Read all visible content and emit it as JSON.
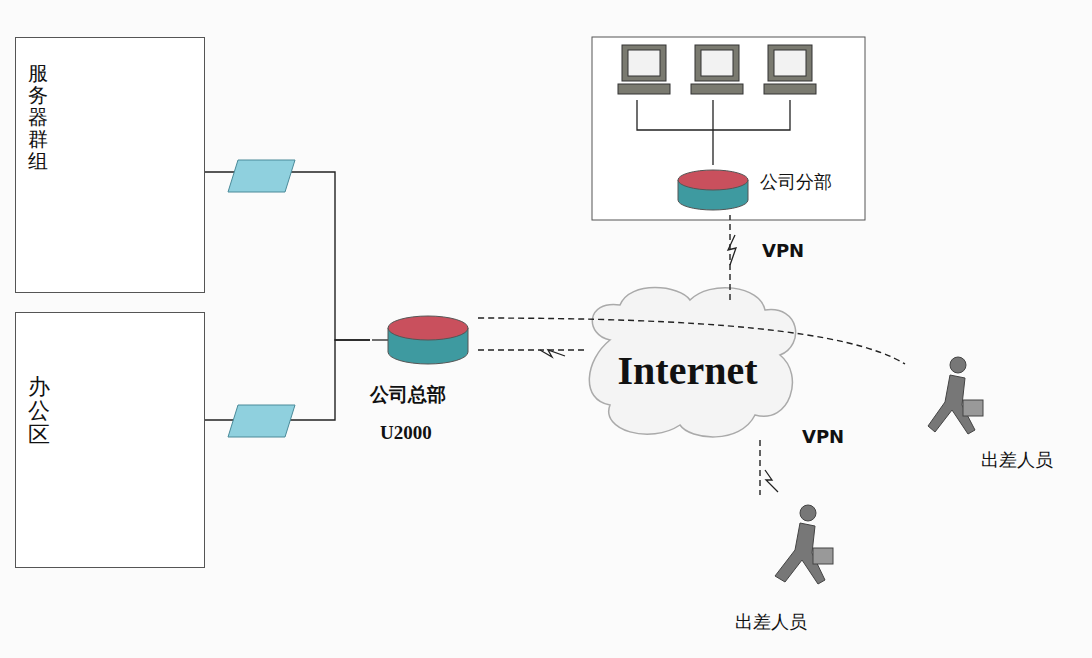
{
  "diagram": {
    "nodes": [
      {
        "text": [
          "服务器群组"
        ]
      },
      {
        "text": [
          "办公区"
        ]
      },
      {
        "text": [
          "公司分部"
        ]
      },
      {
        "text": [
          "公司总部",
          "U2000"
        ]
      },
      {
        "text": [
          "Internet"
        ]
      },
      {
        "text": [
          "出差人员"
        ]
      },
      {
        "text": [
          "出差人员"
        ]
      }
    ],
    "edges": [
      {
        "from": 0,
        "to": 3,
        "arrow": "none"
      },
      {
        "from": 1,
        "to": 3,
        "arrow": "none"
      },
      {
        "from": 3,
        "to": 4,
        "arrow": "none"
      },
      {
        "from": 3,
        "to": 5,
        "arrow": "none"
      },
      {
        "from": 4,
        "to": 2,
        "label": "VPN",
        "arrow": "none"
      },
      {
        "from": 4,
        "to": 6,
        "label": "VPN",
        "arrow": "none"
      }
    ]
  }
}
